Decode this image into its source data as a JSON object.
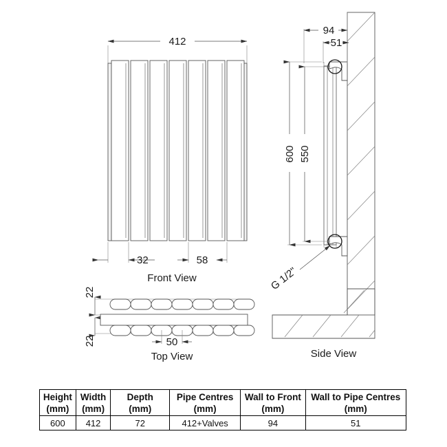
{
  "document": {
    "type": "technical-drawing",
    "subject": "vertical-column-radiator"
  },
  "views": {
    "front": {
      "label": "Front View",
      "panel_count": 7,
      "dimensions": {
        "overall_width": "412",
        "panel_gap": "32",
        "panel_pitch": "58"
      }
    },
    "top": {
      "label": "Top View",
      "dimensions": {
        "depth_upper": "22",
        "depth_lower": "22",
        "panel_pitch": "50"
      }
    },
    "side": {
      "label": "Side View",
      "dimensions": {
        "wall_to_front": "94",
        "wall_to_pipe": "51",
        "overall_height": "600",
        "pipe_centres_height": "550"
      },
      "annotations": {
        "thread_size": "G 1/2\""
      }
    }
  },
  "spec_table": {
    "headers": [
      {
        "name": "Height",
        "unit": "(mm)"
      },
      {
        "name": "Width",
        "unit": "(mm)"
      },
      {
        "name": "Depth",
        "unit": "(mm)"
      },
      {
        "name": "Pipe Centres",
        "unit": "(mm)"
      },
      {
        "name": "Wall to Front",
        "unit": "(mm)"
      },
      {
        "name": "Wall to Pipe Centres",
        "unit": "(mm)"
      }
    ],
    "values": [
      "600",
      "412",
      "72",
      "412+Valves",
      "94",
      "51"
    ]
  },
  "colors": {
    "background": "#ffffff",
    "line": "#555555",
    "dimension": "#4d4d4d",
    "text": "#111111",
    "hatch": "#808080"
  }
}
